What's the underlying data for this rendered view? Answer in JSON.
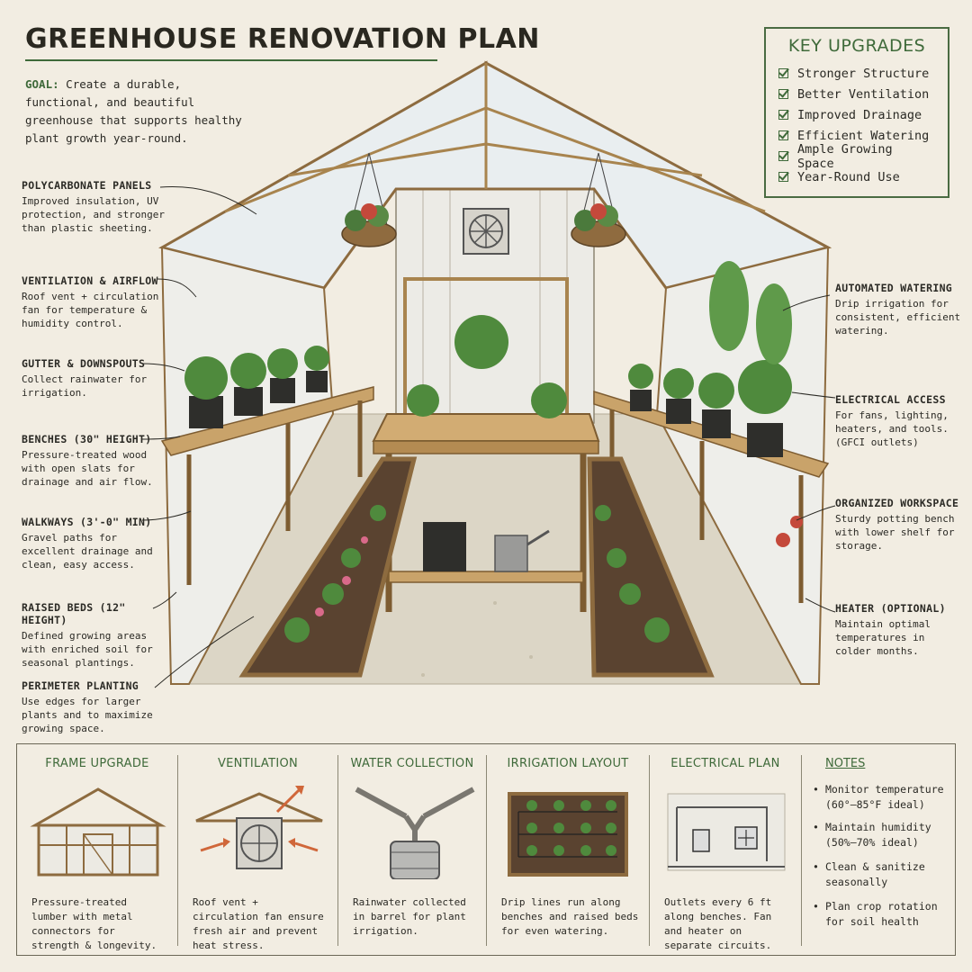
{
  "title": "GREENHOUSE RENOVATION PLAN",
  "goal": {
    "label": "GOAL:",
    "text": "Create a durable, functional, and beautiful greenhouse that supports healthy plant growth year-round."
  },
  "key_upgrades": {
    "title": "KEY UPGRADES",
    "items": [
      "Stronger Structure",
      "Better Ventilation",
      "Improved Drainage",
      "Efficient Watering",
      "Ample Growing Space",
      "Year-Round Use"
    ]
  },
  "callouts_left": [
    {
      "title": "POLYCARBONATE PANELS",
      "text": "Improved insulation, UV protection, and stronger than plastic sheeting."
    },
    {
      "title": "VENTILATION & AIRFLOW",
      "text": "Roof vent + circulation fan for temperature & humidity control."
    },
    {
      "title": "GUTTER & DOWNSPOUTS",
      "text": "Collect rainwater for irrigation."
    },
    {
      "title": "BENCHES (30\" HEIGHT)",
      "text": "Pressure-treated wood with open slats for drainage and air flow."
    },
    {
      "title": "WALKWAYS (3'-0\" MIN)",
      "text": "Gravel paths for excellent drainage and clean, easy access."
    },
    {
      "title": "RAISED BEDS (12\" HEIGHT)",
      "text": "Defined growing areas with enriched soil for seasonal plantings."
    },
    {
      "title": "PERIMETER PLANTING",
      "text": "Use edges for larger plants and to maximize growing space."
    }
  ],
  "callouts_right": [
    {
      "title": "AUTOMATED WATERING",
      "text": "Drip irrigation for consistent, efficient watering."
    },
    {
      "title": "ELECTRICAL ACCESS",
      "text": "For fans, lighting, heaters, and tools. (GFCI outlets)"
    },
    {
      "title": "ORGANIZED WORKSPACE",
      "text": "Sturdy potting bench with lower shelf for storage."
    },
    {
      "title": "HEATER (OPTIONAL)",
      "text": "Maintain optimal temperatures in colder months."
    }
  ],
  "panels": [
    {
      "title": "FRAME UPGRADE",
      "text": "Pressure-treated lumber with metal connectors for strength & longevity."
    },
    {
      "title": "VENTILATION",
      "text": "Roof vent + circulation fan ensure fresh air and prevent heat stress."
    },
    {
      "title": "WATER COLLECTION",
      "text": "Rainwater collected in barrel for plant irrigation."
    },
    {
      "title": "IRRIGATION LAYOUT",
      "text": "Drip lines run along benches and raised beds for even watering."
    },
    {
      "title": "ELECTRICAL PLAN",
      "text": "Outlets every 6 ft along benches. Fan and heater on separate circuits."
    }
  ],
  "notes": {
    "title": "NOTES",
    "items": [
      "Monitor temperature (60°–85°F ideal)",
      "Maintain humidity (50%–70% ideal)",
      "Clean & sanitize seasonally",
      "Plan crop rotation for soil health"
    ]
  },
  "colors": {
    "accent_green": "#3f6a3a",
    "paper": "#f2ede2",
    "wood": "#c9a36a",
    "gravel": "#d9d3c3"
  }
}
